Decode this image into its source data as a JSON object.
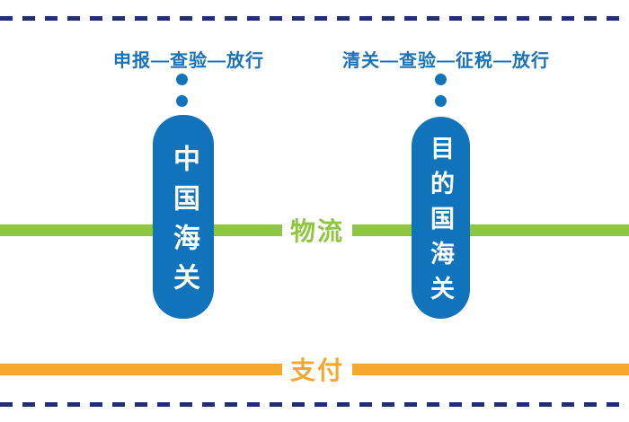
{
  "diagram": {
    "title": "cross-border customs logistics and payment flow",
    "left_process": {
      "label": "申报—查验—放行"
    },
    "right_process": {
      "label": "清关—查验—征税—放行"
    },
    "china_customs": {
      "label": "中国海关"
    },
    "destination_customs": {
      "label": "目的国海关"
    },
    "logistics_line": {
      "label": "物流"
    },
    "payment_line": {
      "label": "支付"
    },
    "colors": {
      "pill_blue": "#1173b9",
      "label_text_blue": "#1a73b8",
      "dashed_navy": "#212d75",
      "logistics_green": "#8fc640",
      "payment_orange": "#f5a82d",
      "pill_text_white": "#ffffff",
      "background": "#ffffff"
    }
  }
}
